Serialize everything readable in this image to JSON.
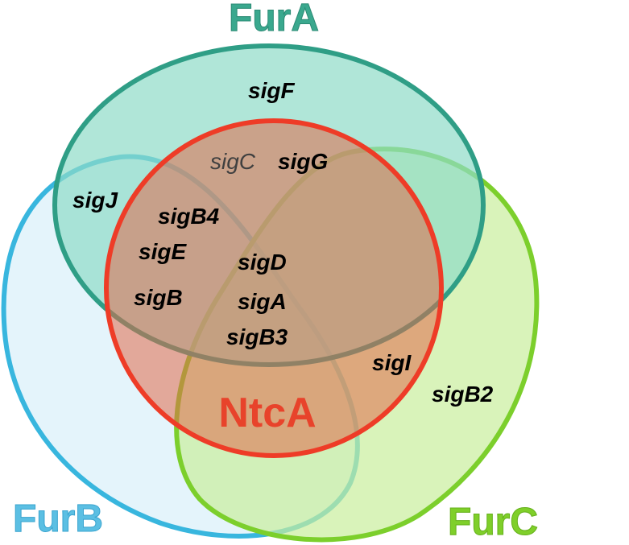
{
  "sets": {
    "furA": {
      "label": "FurA",
      "color": "#3aa88e"
    },
    "furB": {
      "label": "FurB",
      "color": "#5bbfe3"
    },
    "furC": {
      "label": "FurC",
      "color": "#7fcf2a"
    },
    "ntcA": {
      "label": "NtcA",
      "color": "#e8432b"
    }
  },
  "genes": {
    "sigF": "sigF",
    "sigC": "sigC",
    "sigG": "sigG",
    "sigJ": "sigJ",
    "sigB4": "sigB4",
    "sigE": "sigE",
    "sigB": "sigB",
    "sigD": "sigD",
    "sigA": "sigA",
    "sigB3": "sigB3",
    "sigI": "sigI",
    "sigB2": "sigB2"
  }
}
